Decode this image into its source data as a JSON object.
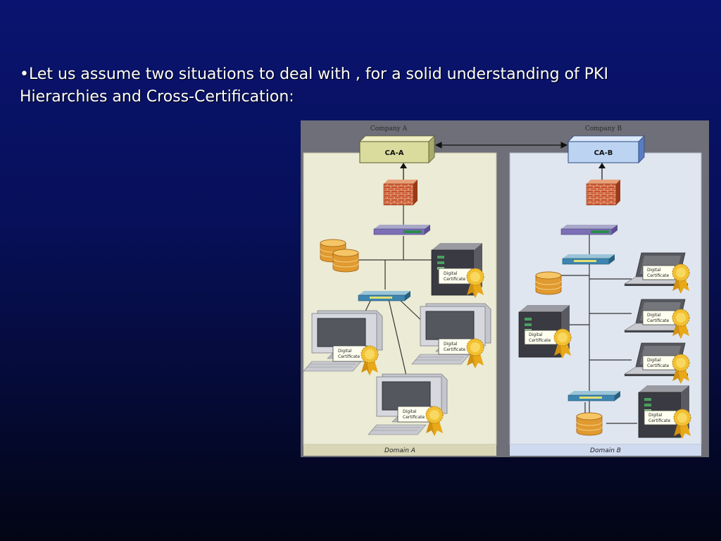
{
  "slide": {
    "bullet": "•",
    "text": "Let us assume two situations to deal with , for a solid understanding of PKI Hierarchies and Cross-Certification:"
  },
  "diagram": {
    "company_a": {
      "label": "Company A",
      "ca_label": "CA-A",
      "domain_label": "Domain A"
    },
    "company_b": {
      "label": "Company B",
      "ca_label": "CA-B",
      "domain_label": "Domain B"
    },
    "certificate_label_line1": "Digital",
    "certificate_label_line2": "Certificate",
    "colors": {
      "frame": "#6e6f78",
      "domain_a_bg": "#ecebd5",
      "domain_b_bg": "#dfe6f0",
      "ca_a_fill": "#d9dc9c",
      "ca_b_fill": "#bcd4f2",
      "firewall": "#c9502a",
      "database": "#e09a30",
      "rosette": "#e8b020"
    }
  }
}
